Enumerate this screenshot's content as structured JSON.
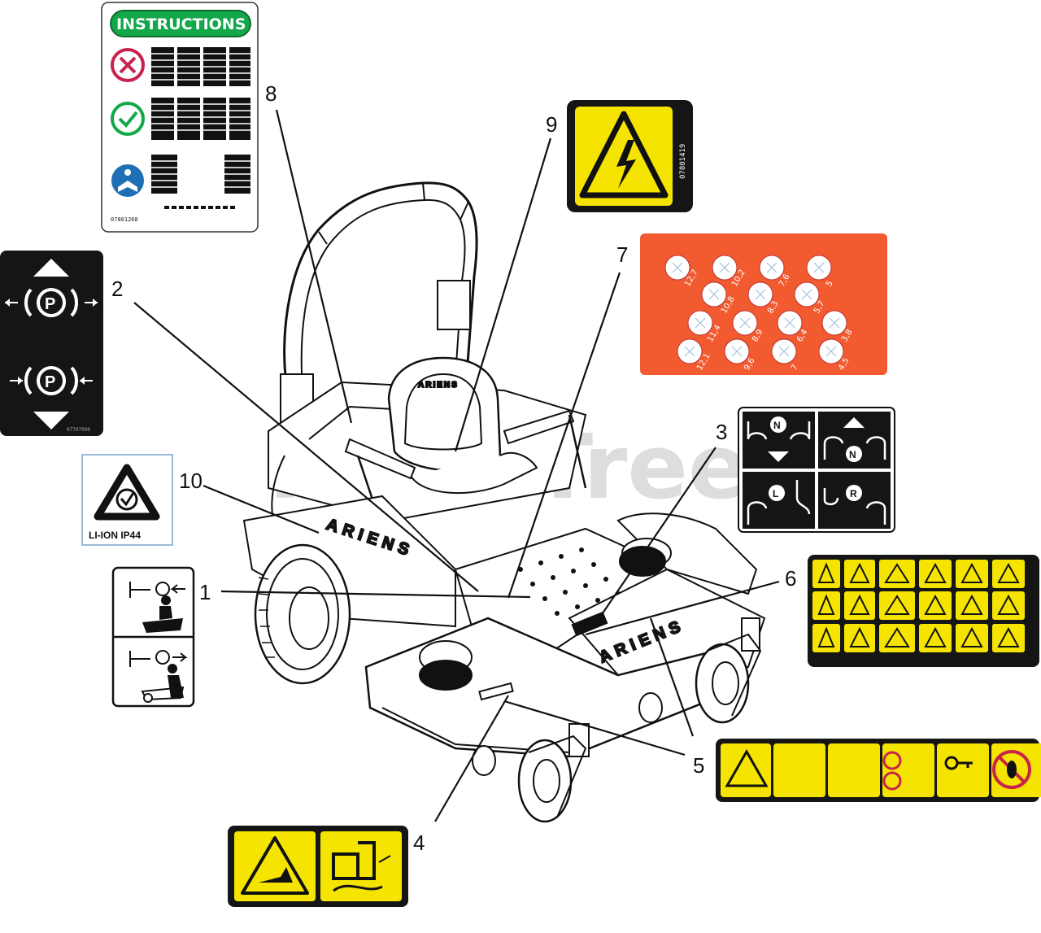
{
  "watermark": "PartsTree",
  "mower": {
    "brand": "ARIENS"
  },
  "callouts": [
    "1",
    "2",
    "3",
    "4",
    "5",
    "6",
    "7",
    "8",
    "9",
    "10"
  ],
  "decals": {
    "instructions": {
      "title": "INSTRUCTIONS",
      "part_no": "07801268"
    },
    "parking_brake": {
      "symbol": "P",
      "part_no": "07707999"
    },
    "electrical": {
      "part_no": "07801419"
    },
    "gauge": {
      "values": [
        "12,7",
        "10,2",
        "7,6",
        "5",
        "10,8",
        "8,3",
        "5,7",
        "11,4",
        "8,9",
        "6,4",
        "3,8",
        "12,1",
        "9,6",
        "7",
        "4,5"
      ]
    },
    "steering": {
      "labels": [
        "N",
        "N",
        "L",
        "R"
      ]
    },
    "certification": {
      "text": "LI-ION IP44"
    }
  },
  "colors": {
    "safety_yellow": "#f5e400",
    "gauge_orange": "#f25a30",
    "green": "#12a84a",
    "red": "#c8234b",
    "blue": "#1f6fb5"
  },
  "icons": [
    "no-icon",
    "check-icon",
    "read-manual-icon",
    "lightning-icon",
    "warning-triangle-icon",
    "no-step-icon",
    "key-icon",
    "brake-icon"
  ]
}
